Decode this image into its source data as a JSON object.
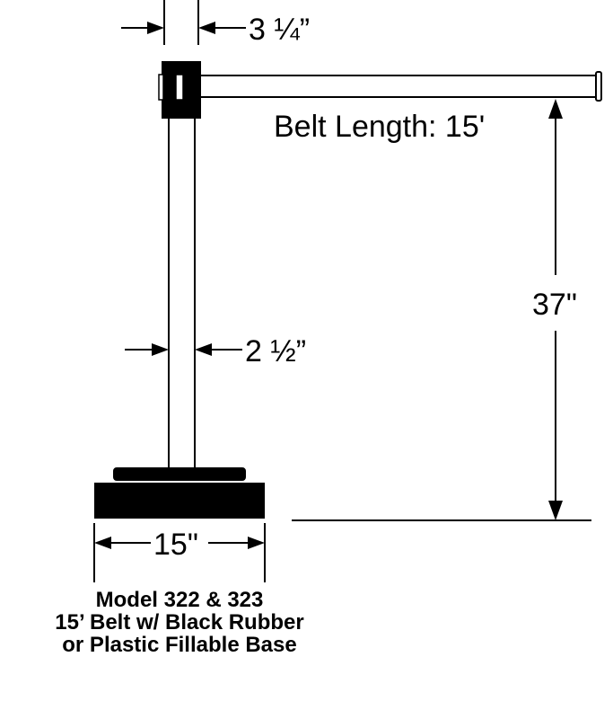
{
  "dimensions": {
    "top_width": "3 ¼”",
    "belt_length": "Belt Length: 15'",
    "height": "37\"",
    "post_width": "2 ½”",
    "base_width": "15\""
  },
  "caption": {
    "line1": "Model 322 & 323",
    "line2": "15’ Belt w/ Black Rubber",
    "line3": "or Plastic Fillable Base"
  },
  "colors": {
    "ink": "#000000",
    "background": "#ffffff"
  }
}
